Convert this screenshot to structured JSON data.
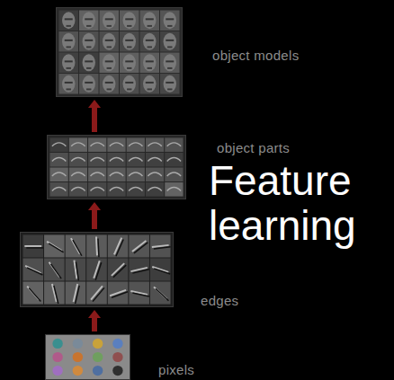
{
  "diagram": {
    "title": "Feature learning",
    "nodes": [
      {
        "text": [
          "object models"
        ]
      },
      {
        "text": [
          "object parts"
        ]
      },
      {
        "text": [
          "edges"
        ]
      },
      {
        "text": [
          "pixels"
        ]
      }
    ],
    "edges": [
      {
        "from": 3,
        "to": 2,
        "arrow": "to"
      },
      {
        "from": 2,
        "to": 1,
        "arrow": "to"
      },
      {
        "from": 1,
        "to": 0,
        "arrow": "to"
      }
    ]
  }
}
